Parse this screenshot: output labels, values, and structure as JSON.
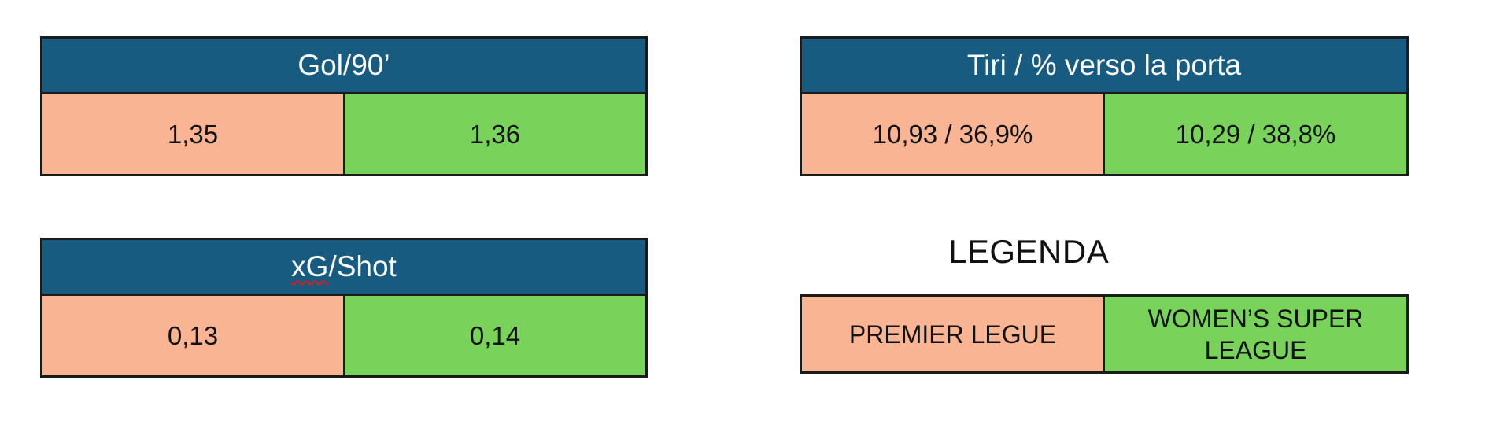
{
  "colors": {
    "header": "#175b80",
    "premier_league": "#f9b593",
    "womens_super_league": "#79d35a",
    "spellcheck_squiggle": "#d62020"
  },
  "tables": {
    "goals": {
      "title": "Gol/90’",
      "premier_league": "1,35",
      "womens_super_league": "1,36"
    },
    "shots": {
      "title": "Tiri / % verso la porta",
      "premier_league": "10,93 / 36,9%",
      "womens_super_league": "10,29 / 38,8%"
    },
    "xg": {
      "title_underlined": "xG",
      "title_rest": "/Shot",
      "premier_league": "0,13",
      "womens_super_league": "0,14"
    }
  },
  "legend": {
    "title": "LEGENDA",
    "premier_league_label": "PREMIER LEGUE",
    "womens_super_league_label": "WOMEN’S SUPER LEAGUE"
  }
}
